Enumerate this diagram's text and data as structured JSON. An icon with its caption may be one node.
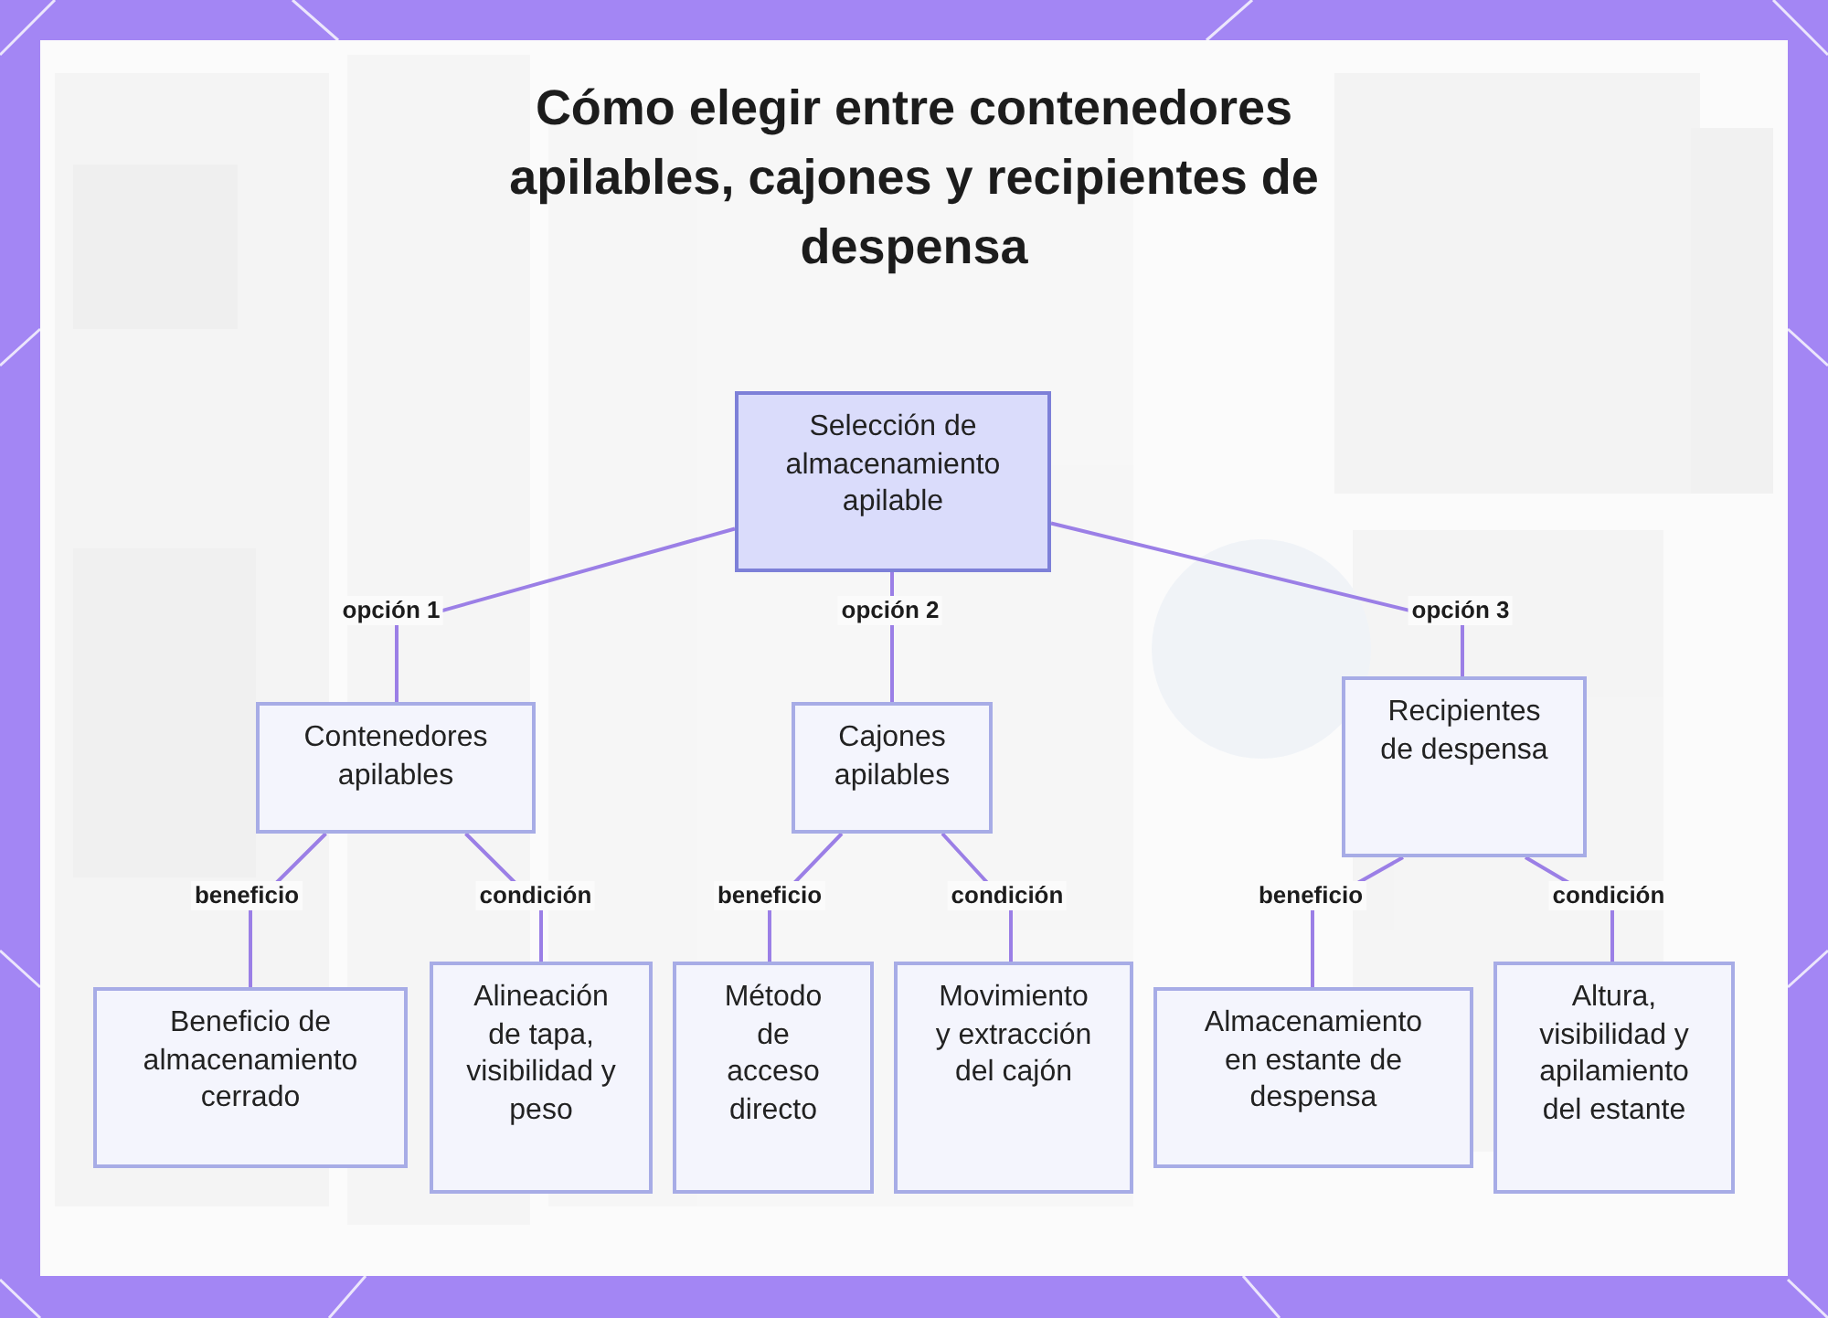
{
  "diagram": {
    "title": "Cómo elegir entre contenedores apilables, cajones y recipientes de despensa",
    "nodes": [
      {
        "text": [
          "Selección de almacenamiento apilable"
        ]
      },
      {
        "text": [
          "Contenedores apilables"
        ]
      },
      {
        "text": [
          "Cajones apilables"
        ]
      },
      {
        "text": [
          "Recipientes de despensa"
        ]
      },
      {
        "text": [
          "Beneficio de almacenamiento cerrado"
        ]
      },
      {
        "text": [
          "Alineación de tapa, visibilidad y peso"
        ]
      },
      {
        "text": [
          "Método de acceso directo"
        ]
      },
      {
        "text": [
          "Movimiento y extracción del cajón"
        ]
      },
      {
        "text": [
          "Almacenamiento en estante de despensa"
        ]
      },
      {
        "text": [
          "Altura, visibilidad y apilamiento del estante"
        ]
      }
    ],
    "edges": [
      {
        "from": 0,
        "to": 1,
        "arrow": "none",
        "label": "opción 1"
      },
      {
        "from": 0,
        "to": 2,
        "arrow": "none",
        "label": "opción 2"
      },
      {
        "from": 0,
        "to": 3,
        "arrow": "none",
        "label": "opción 3"
      },
      {
        "from": 1,
        "to": 4,
        "arrow": "none",
        "label": "beneficio"
      },
      {
        "from": 1,
        "to": 5,
        "arrow": "none",
        "label": "condición"
      },
      {
        "from": 2,
        "to": 6,
        "arrow": "none",
        "label": "beneficio"
      },
      {
        "from": 2,
        "to": 7,
        "arrow": "none",
        "label": "condición"
      },
      {
        "from": 3,
        "to": 8,
        "arrow": "none",
        "label": "beneficio"
      },
      {
        "from": 3,
        "to": 9,
        "arrow": "none",
        "label": "condición"
      }
    ]
  }
}
